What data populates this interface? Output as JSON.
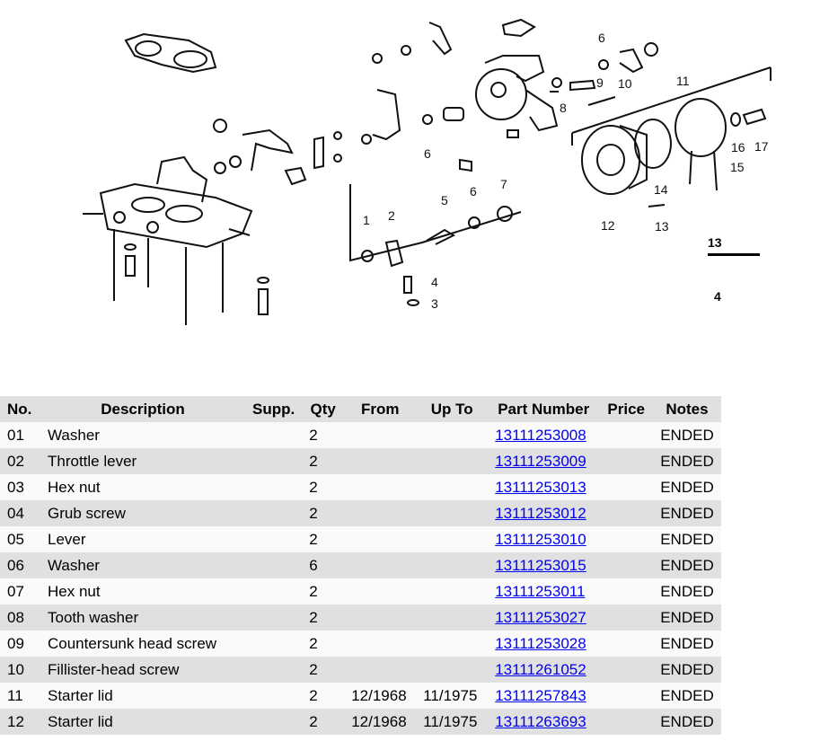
{
  "diagram": {
    "alt": "Exploded parts diagram of carburetor throttle linkage and starter cover",
    "group_number": "13",
    "sub_number": "4",
    "callouts": [
      "1",
      "2",
      "3",
      "4",
      "5",
      "6",
      "6",
      "6",
      "7",
      "8",
      "9",
      "10",
      "11",
      "12",
      "13",
      "14",
      "15",
      "16",
      "17"
    ]
  },
  "table": {
    "headers": {
      "no": "No.",
      "description": "Description",
      "supp": "Supp.",
      "qty": "Qty",
      "from": "From",
      "up_to": "Up To",
      "part_number": "Part Number",
      "price": "Price",
      "notes": "Notes"
    },
    "rows": [
      {
        "no": "01",
        "description": "Washer",
        "supp": "",
        "qty": "2",
        "from": "",
        "up_to": "",
        "part_number": "13111253008",
        "price": "",
        "notes": "ENDED"
      },
      {
        "no": "02",
        "description": "Throttle lever",
        "supp": "",
        "qty": "2",
        "from": "",
        "up_to": "",
        "part_number": "13111253009",
        "price": "",
        "notes": "ENDED"
      },
      {
        "no": "03",
        "description": "Hex nut",
        "supp": "",
        "qty": "2",
        "from": "",
        "up_to": "",
        "part_number": "13111253013",
        "price": "",
        "notes": "ENDED"
      },
      {
        "no": "04",
        "description": "Grub screw",
        "supp": "",
        "qty": "2",
        "from": "",
        "up_to": "",
        "part_number": "13111253012",
        "price": "",
        "notes": "ENDED"
      },
      {
        "no": "05",
        "description": "Lever",
        "supp": "",
        "qty": "2",
        "from": "",
        "up_to": "",
        "part_number": "13111253010",
        "price": "",
        "notes": "ENDED"
      },
      {
        "no": "06",
        "description": "Washer",
        "supp": "",
        "qty": "6",
        "from": "",
        "up_to": "",
        "part_number": "13111253015",
        "price": "",
        "notes": "ENDED"
      },
      {
        "no": "07",
        "description": "Hex nut",
        "supp": "",
        "qty": "2",
        "from": "",
        "up_to": "",
        "part_number": "13111253011",
        "price": "",
        "notes": "ENDED"
      },
      {
        "no": "08",
        "description": "Tooth washer",
        "supp": "",
        "qty": "2",
        "from": "",
        "up_to": "",
        "part_number": "13111253027",
        "price": "",
        "notes": "ENDED"
      },
      {
        "no": "09",
        "description": "Countersunk head screw",
        "supp": "",
        "qty": "2",
        "from": "",
        "up_to": "",
        "part_number": "13111253028",
        "price": "",
        "notes": "ENDED"
      },
      {
        "no": "10",
        "description": "Fillister-head screw",
        "supp": "",
        "qty": "2",
        "from": "",
        "up_to": "",
        "part_number": "13111261052",
        "price": "",
        "notes": "ENDED"
      },
      {
        "no": "11",
        "description": "Starter lid",
        "supp": "",
        "qty": "2",
        "from": "12/1968",
        "up_to": "11/1975",
        "part_number": "13111257843",
        "price": "",
        "notes": "ENDED"
      },
      {
        "no": "12",
        "description": "Starter lid",
        "supp": "",
        "qty": "2",
        "from": "12/1968",
        "up_to": "11/1975",
        "part_number": "13111263693",
        "price": "",
        "notes": "ENDED"
      }
    ]
  }
}
